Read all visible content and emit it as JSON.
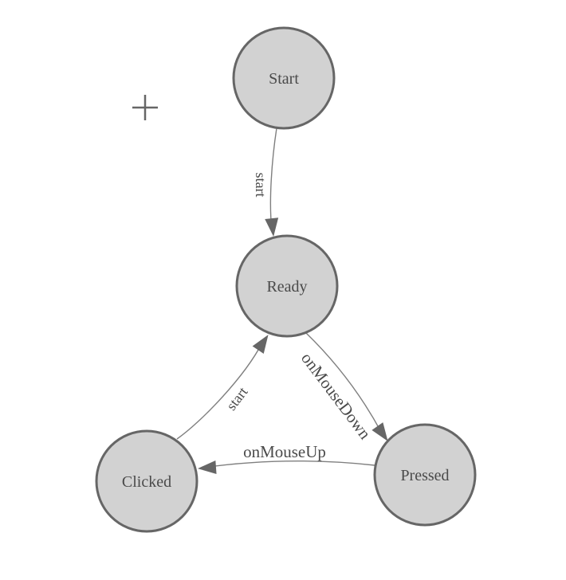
{
  "colors": {
    "background": "#ffffff",
    "node_fill": "#d2d2d2",
    "node_border": "#666666",
    "edge_line": "#7f7f7f",
    "arrowhead": "#666666",
    "node_text": "#4a4a4a",
    "edge_text": "#4a4a4a",
    "crosshair": "#666666"
  },
  "diagram": {
    "nodes": {
      "start": {
        "label": "Start"
      },
      "ready": {
        "label": "Ready"
      },
      "clicked": {
        "label": "Clicked"
      },
      "pressed": {
        "label": "Pressed"
      }
    },
    "edges": {
      "start_to_ready": {
        "label": "start"
      },
      "ready_to_pressed": {
        "label": "onMouseDown"
      },
      "pressed_to_clicked": {
        "label": "onMouseUp"
      },
      "clicked_to_ready": {
        "label": "start"
      }
    }
  }
}
